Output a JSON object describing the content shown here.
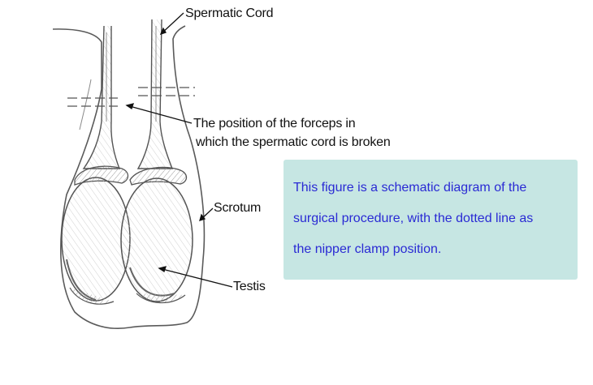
{
  "labels": {
    "spermatic_cord": "Spermatic Cord",
    "forceps_line1": "The position of the forceps in",
    "forceps_line2": "which the spermatic cord is broken",
    "scrotum": "Scrotum",
    "testis": "Testis"
  },
  "caption": {
    "lines": [
      "This figure is a schematic diagram of the",
      "surgical procedure, with the dotted line as",
      "the nipper clamp position."
    ]
  },
  "colors": {
    "caption_bg": "#c6e6e3",
    "caption_text": "#2a2ad4",
    "line_art": "#555555"
  }
}
